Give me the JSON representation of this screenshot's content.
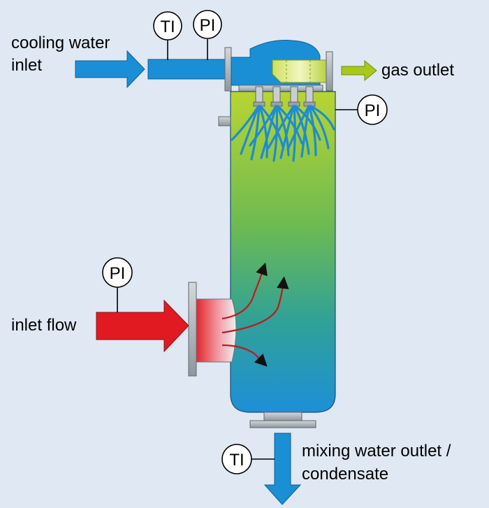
{
  "labels": {
    "cooling_water_inlet_line1": "cooling water",
    "cooling_water_inlet_line2": "inlet",
    "gas_outlet": "gas outlet",
    "inlet_flow": "inlet flow",
    "mixing_water_outlet_line1": "mixing water outlet /",
    "mixing_water_outlet_line2": "condensate"
  },
  "instruments": {
    "ti_cooling": "TI",
    "pi_cooling": "PI",
    "pi_vessel": "PI",
    "pi_inlet": "PI",
    "ti_outlet": "TI"
  },
  "colors": {
    "background": "#dfe8f3",
    "water_blue": "#1a8fd6",
    "gas_green": "#a8c91a",
    "vessel_top": "#b5d233",
    "vessel_mid": "#6cba52",
    "vessel_bottom": "#1e8fd8",
    "inlet_red": "#e11a22",
    "flange_grey": "#a9b0b6"
  }
}
